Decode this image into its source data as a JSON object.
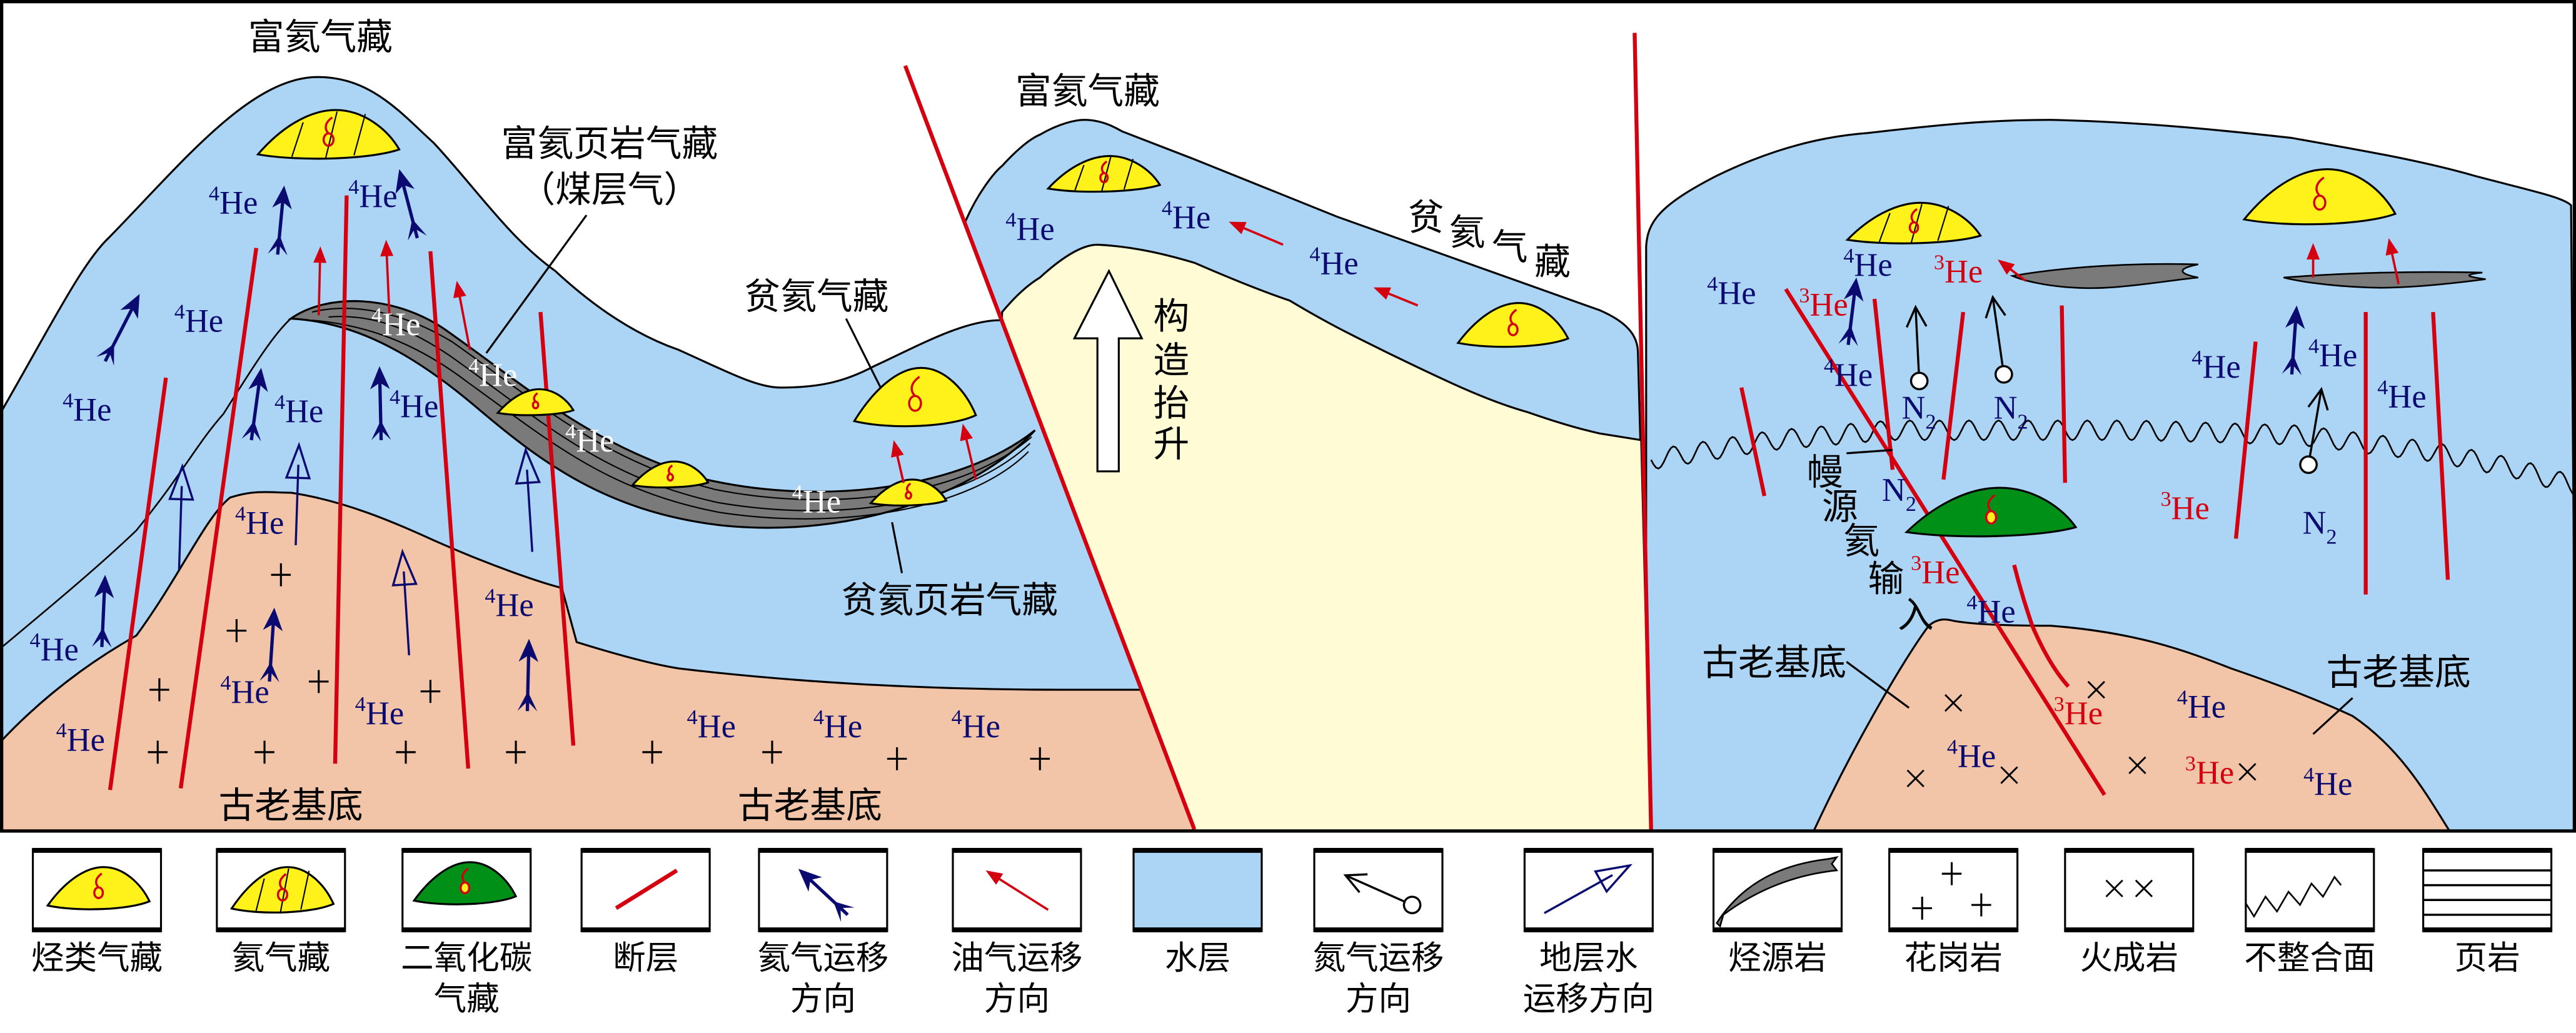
{
  "labels": {
    "rich_he_gas_reservoir": "富氦气藏",
    "rich_he_shale_gas_reservoir": "富氦页岩气藏",
    "coalbed_gas": "（煤层气）",
    "poor_he_gas_reservoir": "贫氦气藏",
    "poor_he_shale_gas_reservoir": "贫氦页岩气藏",
    "ancient_basement": "古老基底",
    "poor_he_gas_staggered": [
      "贫",
      "氦",
      "气",
      "藏"
    ],
    "tectonic_uplift": [
      "构",
      "造",
      "抬",
      "升"
    ],
    "mantle_he_input": [
      "幔",
      "源",
      "氦",
      "输",
      "入"
    ]
  },
  "isotopes": {
    "he4": {
      "mass": "4",
      "symbol": "He"
    },
    "he3": {
      "mass": "3",
      "symbol": "He"
    },
    "n2": {
      "symbol": "N",
      "sub": "2"
    }
  },
  "legend": [
    {
      "lines": [
        "烃类气藏"
      ],
      "icon": "hydrocarbon-gas-reservoir-icon"
    },
    {
      "lines": [
        "氦气藏"
      ],
      "icon": "helium-gas-reservoir-icon"
    },
    {
      "lines": [
        "二氧化碳",
        "气藏"
      ],
      "icon": "co2-gas-reservoir-icon"
    },
    {
      "lines": [
        "断层"
      ],
      "icon": "fault-icon"
    },
    {
      "lines": [
        "氦气运移",
        "方向"
      ],
      "icon": "helium-migration-arrow-icon"
    },
    {
      "lines": [
        "油气运移",
        "方向"
      ],
      "icon": "oil-gas-migration-arrow-icon"
    },
    {
      "lines": [
        "水层"
      ],
      "icon": "water-layer-icon"
    },
    {
      "lines": [
        "氮气运移",
        "方向"
      ],
      "icon": "nitrogen-migration-arrow-icon"
    },
    {
      "lines": [
        "地层水",
        "运移方向"
      ],
      "icon": "formation-water-migration-arrow-icon"
    },
    {
      "lines": [
        "烃源岩"
      ],
      "icon": "source-rock-icon"
    },
    {
      "lines": [
        "花岗岩"
      ],
      "icon": "granite-icon"
    },
    {
      "lines": [
        "火成岩"
      ],
      "icon": "igneous-rock-icon"
    },
    {
      "lines": [
        "不整合面"
      ],
      "icon": "unconformity-icon"
    },
    {
      "lines": [
        "页岩"
      ],
      "icon": "shale-icon"
    }
  ],
  "colors": {
    "water": "#acd4f4",
    "basement": "#f2c4a8",
    "uplifted_block": "#fffbd5",
    "source_rock": "#7a7a7a",
    "gas_reservoir": "#fff21a",
    "co2_reservoir": "#009018",
    "fault": "#d40010",
    "helium_arrow": "#0a0a70",
    "he3_text": "#d40010",
    "he4_text": "#0a0a70"
  }
}
